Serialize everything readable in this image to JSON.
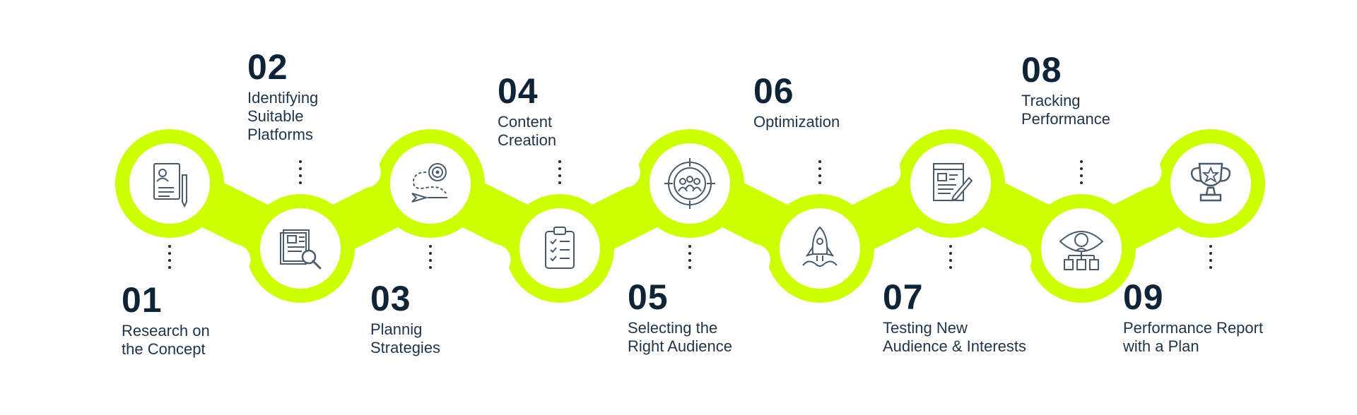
{
  "colors": {
    "ring": "#CCFF00",
    "inner": "#FFFFFF",
    "icon": "#4A5B6C",
    "number": "#0F2437",
    "text": "#1F3448"
  },
  "steps": [
    {
      "number": "01",
      "title_lines": [
        "Research on",
        "the Concept"
      ],
      "icon": "document-pen-icon"
    },
    {
      "number": "02",
      "title_lines": [
        "Identifying",
        "Suitable",
        "Platforms"
      ],
      "icon": "document-search-icon"
    },
    {
      "number": "03",
      "title_lines": [
        "Plannig",
        "Strategies"
      ],
      "icon": "strategy-target-icon"
    },
    {
      "number": "04",
      "title_lines": [
        "Content",
        "Creation"
      ],
      "icon": "clipboard-checklist-icon"
    },
    {
      "number": "05",
      "title_lines": [
        "Selecting the",
        "Right Audience"
      ],
      "icon": "audience-target-icon"
    },
    {
      "number": "06",
      "title_lines": [
        "Optimization"
      ],
      "icon": "rocket-icon"
    },
    {
      "number": "07",
      "title_lines": [
        "Testing New",
        "Audience & Interests"
      ],
      "icon": "document-edit-icon"
    },
    {
      "number": "08",
      "title_lines": [
        "Tracking",
        "Performance"
      ],
      "icon": "eye-network-icon"
    },
    {
      "number": "09",
      "title_lines": [
        "Performance Report",
        "with a Plan"
      ],
      "icon": "trophy-icon"
    }
  ]
}
